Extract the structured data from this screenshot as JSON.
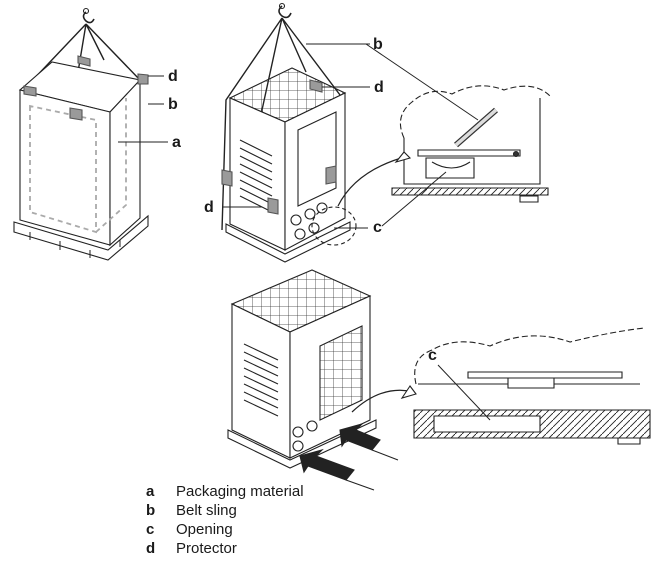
{
  "callouts": {
    "a": "a",
    "b": "b",
    "c": "c",
    "d": "d"
  },
  "legend": [
    {
      "key": "a",
      "text": "Packaging material"
    },
    {
      "key": "b",
      "text": "Belt sling"
    },
    {
      "key": "c",
      "text": "Opening"
    },
    {
      "key": "d",
      "text": "Protector"
    }
  ]
}
